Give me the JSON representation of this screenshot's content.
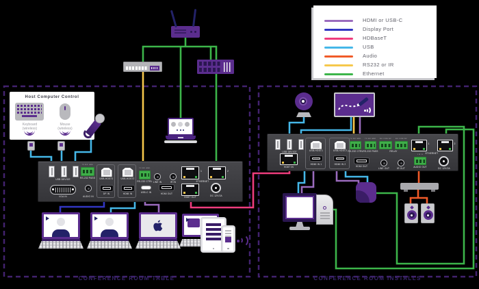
{
  "colors": {
    "hdmi_usbc": "#9a6bbd",
    "display_port": "#3236c2",
    "hdbaset": "#ee3d7d",
    "usb": "#45b7e8",
    "audio": "#f05a28",
    "rs232_ir": "#f6c84c",
    "ethernet": "#3cb54a",
    "zone_border": "#42226e"
  },
  "legend": {
    "items": [
      {
        "label": "HDMI or USB-C",
        "color": "#9a6bbd"
      },
      {
        "label": "Display Port",
        "color": "#3236c2"
      },
      {
        "label": "HDBaseT",
        "color": "#ee3d7d"
      },
      {
        "label": "USB",
        "color": "#45b7e8"
      },
      {
        "label": "Audio",
        "color": "#f05a28"
      },
      {
        "label": "RS232 or IR",
        "color": "#f6c84c"
      },
      {
        "label": "Ethernet",
        "color": "#3cb54a"
      }
    ]
  },
  "zones": {
    "left_caption": "CONFERENCE ROOM TABLE",
    "right_caption": "CONFERENCE ROOM INSTALLS"
  },
  "host_control": {
    "title": "Host Computer Control",
    "keyboard": "Keyboard",
    "keyboard_mode": "(wireless)",
    "mouse": "Mouse",
    "mouse_mode": "(wireless)"
  },
  "transmitter_ports": {
    "usb_device": "USB DEVICE",
    "rs232_pass": "RS-232 PASS",
    "rs232_pins": "TX RX GND",
    "vga_in": "VGA IN",
    "audio_in": "AUDIO IN",
    "usb_host1": "USB-HOST1",
    "dp_in": "DP IN",
    "usb_host2": "USB-HOST2",
    "hdmi_in": "HDMI IN",
    "rs232_ctrl": "RS-232 CTRL",
    "line_in": "LINE IN",
    "ir_in": "IR IN",
    "usb_c_in": "USB-C IN",
    "hdmi_out": "HDMI OUT",
    "ethernet": "ETHERNET",
    "eth1": "1",
    "eth2": "2",
    "hdbt_out": "HDBT OUT",
    "dc": "DC 12V/2A"
  },
  "receiver_ports": {
    "usb_device": "USB DEVICE",
    "hdbt_in": "HDBT IN",
    "usb_host1": "USB-HOST1",
    "hdmi_in1": "HDMI IN 1",
    "usb_host2": "USB-HOST2",
    "hdmi_in2": "HDMI IN 2",
    "rs232_ctrl": "RS-232 CTRL",
    "rs232_pass": "RS-232 PASS",
    "rs232_pins": "TX RX GND",
    "relay": "RELAY",
    "relay_pins": "NO COM NC",
    "hdmi_out": "HDMI OUT",
    "line_out": "LINE OUT",
    "ir_out": "IR OUT",
    "ethernet": "ETHERNET",
    "eth1": "1",
    "eth2": "2",
    "audio_out": "AUDIO OUT",
    "audio_pins": "L R G",
    "dc": "DC 12V/2A"
  }
}
